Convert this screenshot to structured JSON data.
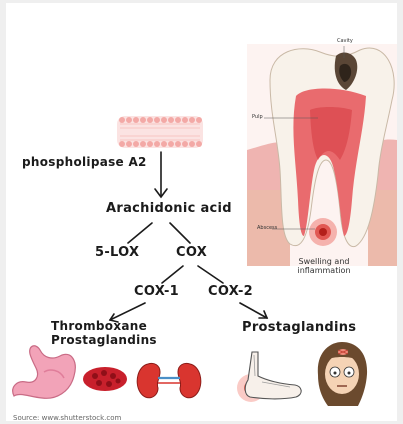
{
  "diagram": {
    "enzyme_label": "phospholipase A2",
    "substrate": "Arachidonic acid",
    "pathway_left": "5-LOX",
    "pathway_right": "COX",
    "cox1": "COX-1",
    "cox2": "COX-2",
    "cox1_products": [
      "Thromboxane",
      "Prostaglandins"
    ],
    "cox2_products": "Prostaglandins"
  },
  "tooth_illustration": {
    "labels": {
      "cavity": "Cavity",
      "pulp": "Pulp",
      "abscess": "Abscess"
    },
    "caption": [
      "Swelling and",
      "inflammation"
    ]
  },
  "icons": [
    "membrane-icon",
    "stomach-icon",
    "platelets-icon",
    "kidneys-icon",
    "inflamed-foot-icon",
    "headache-face-icon"
  ],
  "colors": {
    "membrane": "#f3a9a6",
    "ink": "#1b1b1b",
    "gum": "#e9a3a3",
    "inflammation": "#d8322c"
  },
  "source": "Source: www.shutterstock.com"
}
